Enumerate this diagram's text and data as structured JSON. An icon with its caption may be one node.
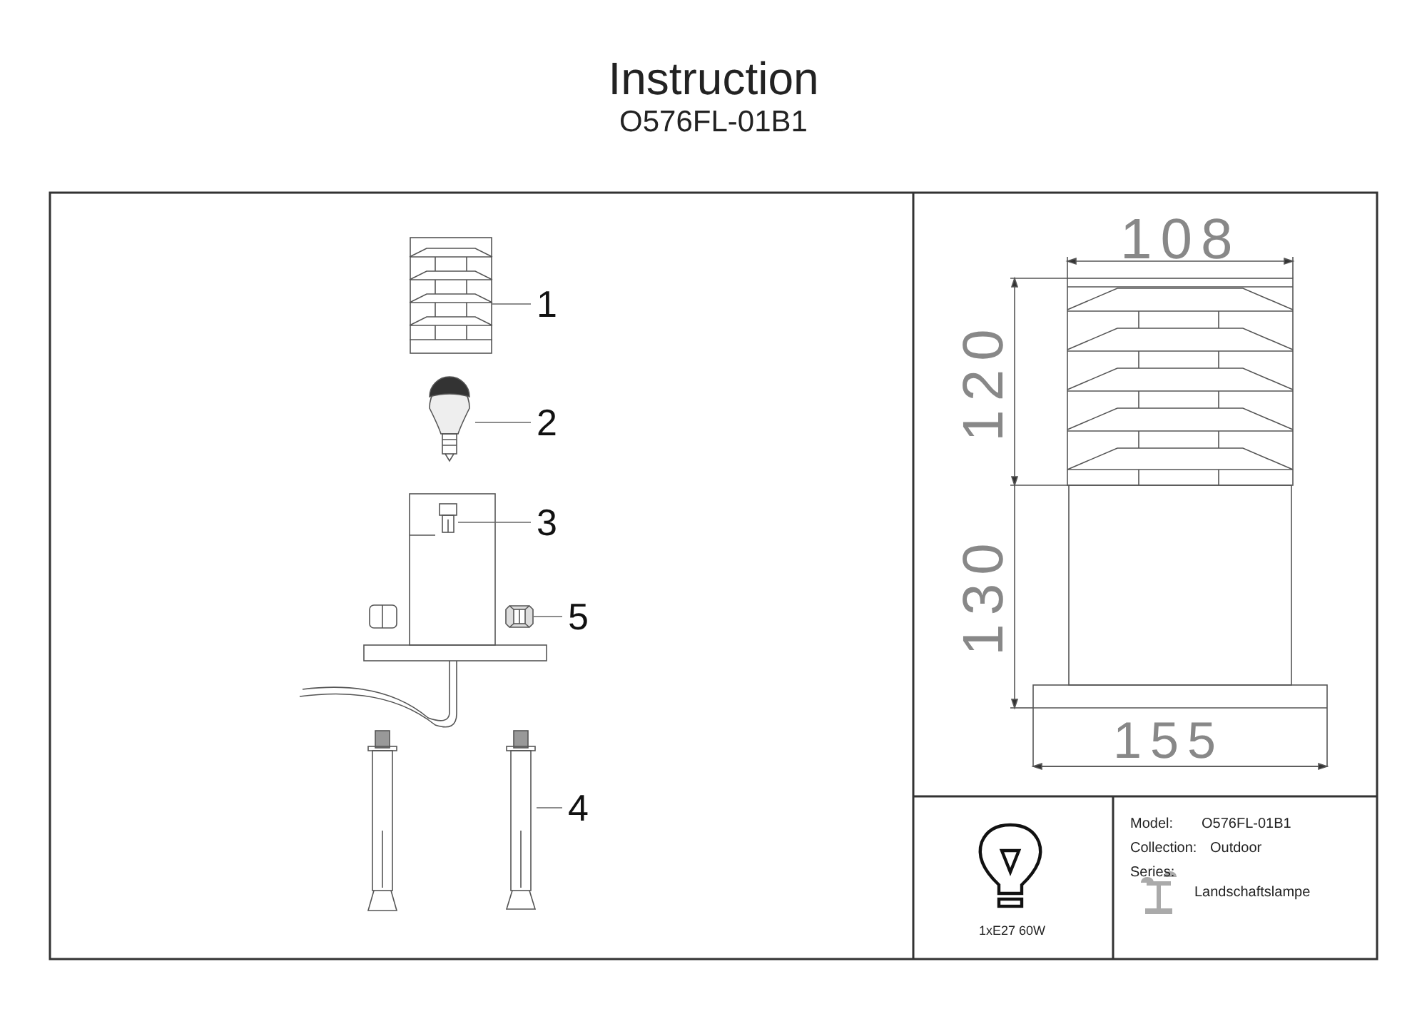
{
  "diagram": {
    "title": "Instruction",
    "nodes": [
      {
        "text": [
          "1"
        ]
      },
      {
        "text": [],
        "shape": "picture"
      },
      {
        "text": [
          "2"
        ]
      },
      {
        "text": [],
        "shape": "picture"
      },
      {
        "text": [
          "3"
        ]
      },
      {
        "text": [],
        "shape": "picture"
      },
      {
        "text": [
          "5"
        ]
      },
      {
        "text": [],
        "shape": "picture"
      },
      {
        "text": [
          "4"
        ]
      },
      {
        "text": [],
        "shape": "picture"
      }
    ],
    "edges": [
      {
        "from": 0,
        "to": 1,
        "arrow": "none"
      },
      {
        "from": 2,
        "to": 3,
        "arrow": "none"
      },
      {
        "from": 4,
        "to": 5,
        "arrow": "none"
      },
      {
        "from": 6,
        "to": 7,
        "arrow": "none"
      },
      {
        "from": 8,
        "to": 9,
        "arrow": "none"
      }
    ],
    "labels": [
      "O576FL-01B1",
      "108",
      "120",
      "130",
      "155",
      "1xE27 60W",
      "Model:",
      "O576FL-01B1",
      "Collection:",
      "Outdoor",
      "Series:",
      "Landschaftslampe"
    ]
  }
}
